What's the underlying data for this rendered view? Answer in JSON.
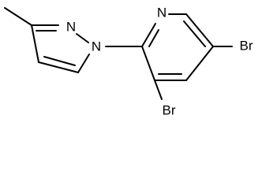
{
  "molecule": {
    "atoms": {
      "pyrazole_n2": "N",
      "pyrazole_n1": "N",
      "pyridine_n": "N",
      "br_top": "Br",
      "br_bottom": "Br"
    }
  }
}
